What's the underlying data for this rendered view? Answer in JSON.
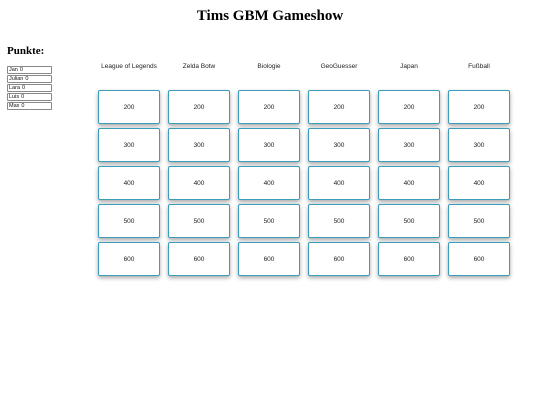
{
  "title": "Tims GBM Gameshow",
  "scoreboard": {
    "heading": "Punkte:",
    "players": [
      {
        "name": "Jan",
        "score": "0"
      },
      {
        "name": "Julian",
        "score": "0"
      },
      {
        "name": "Lara",
        "score": "0"
      },
      {
        "name": "Luis",
        "score": "0"
      },
      {
        "name": "Max",
        "score": "0"
      }
    ]
  },
  "board": {
    "categories": [
      "League of Legends",
      "Zelda Botw",
      "Biologie",
      "GeoGuesser",
      "Japan",
      "Fußball"
    ],
    "values": [
      "200",
      "300",
      "400",
      "500",
      "600"
    ]
  },
  "colors": {
    "tile_border": "#3b9dba"
  }
}
